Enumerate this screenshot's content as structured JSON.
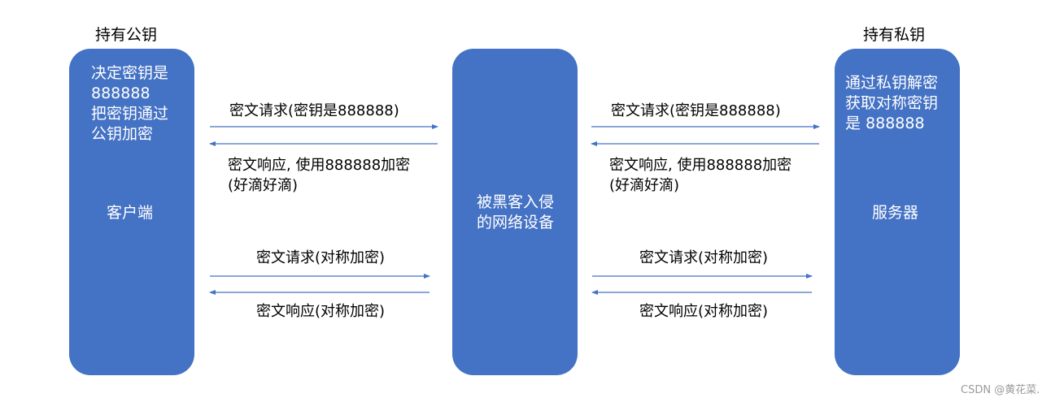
{
  "client": {
    "top_label": "持有公钥",
    "note": [
      "决定密钥是",
      "888888",
      "把密钥通过",
      "公钥加密"
    ],
    "name": "客户端"
  },
  "middle": {
    "name": [
      "被黑客入侵",
      "的网络设备"
    ]
  },
  "server": {
    "top_label": "持有私钥",
    "note": [
      "通过私钥解密",
      "获取对称密钥",
      "是 888888"
    ],
    "name": "服务器"
  },
  "left_messages": {
    "req1": "密文请求(密钥是888888)",
    "resp1": [
      "密文响应, 使用888888加密",
      "(好滴好滴)"
    ],
    "req2": "密文请求(对称加密)",
    "resp2": "密文响应(对称加密)"
  },
  "right_messages": {
    "req1": "密文请求(密钥是888888)",
    "resp1": [
      "密文响应, 使用888888加密",
      "(好滴好滴)"
    ],
    "req2": "密文请求(对称加密)",
    "resp2": "密文响应(对称加密)"
  },
  "colors": {
    "box": "#4472C4",
    "arrow": "#4472C4"
  },
  "watermark": "CSDN @黄花菜."
}
